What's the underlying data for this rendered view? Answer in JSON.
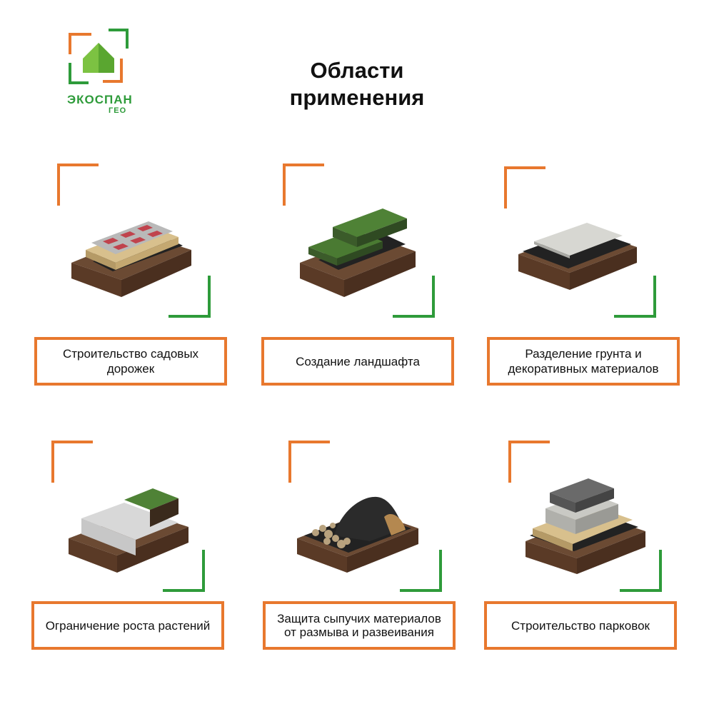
{
  "brand": {
    "name": "ЭКОСПАН",
    "sub": "ГЕО",
    "green": "#2e9b3a",
    "orange": "#e8782e",
    "logo_icon": "house-icon"
  },
  "title_line1": "Области",
  "title_line2": "применения",
  "cards": [
    {
      "label": "Строительство садовых дорожек",
      "illustration": "garden-path-layers"
    },
    {
      "label": "Создание ландшафта",
      "illustration": "landscape-lawn-steps"
    },
    {
      "label": "Разделение грунта и декоративных материалов",
      "illustration": "gravel-separation"
    },
    {
      "label": "Ограничение роста растений",
      "illustration": "plant-growth-barrier"
    },
    {
      "label": "Защита сыпучих материалов от размыва и развеивания",
      "illustration": "bulk-material-cover"
    },
    {
      "label": "Строительство парковок",
      "illustration": "parking-layers"
    }
  ]
}
